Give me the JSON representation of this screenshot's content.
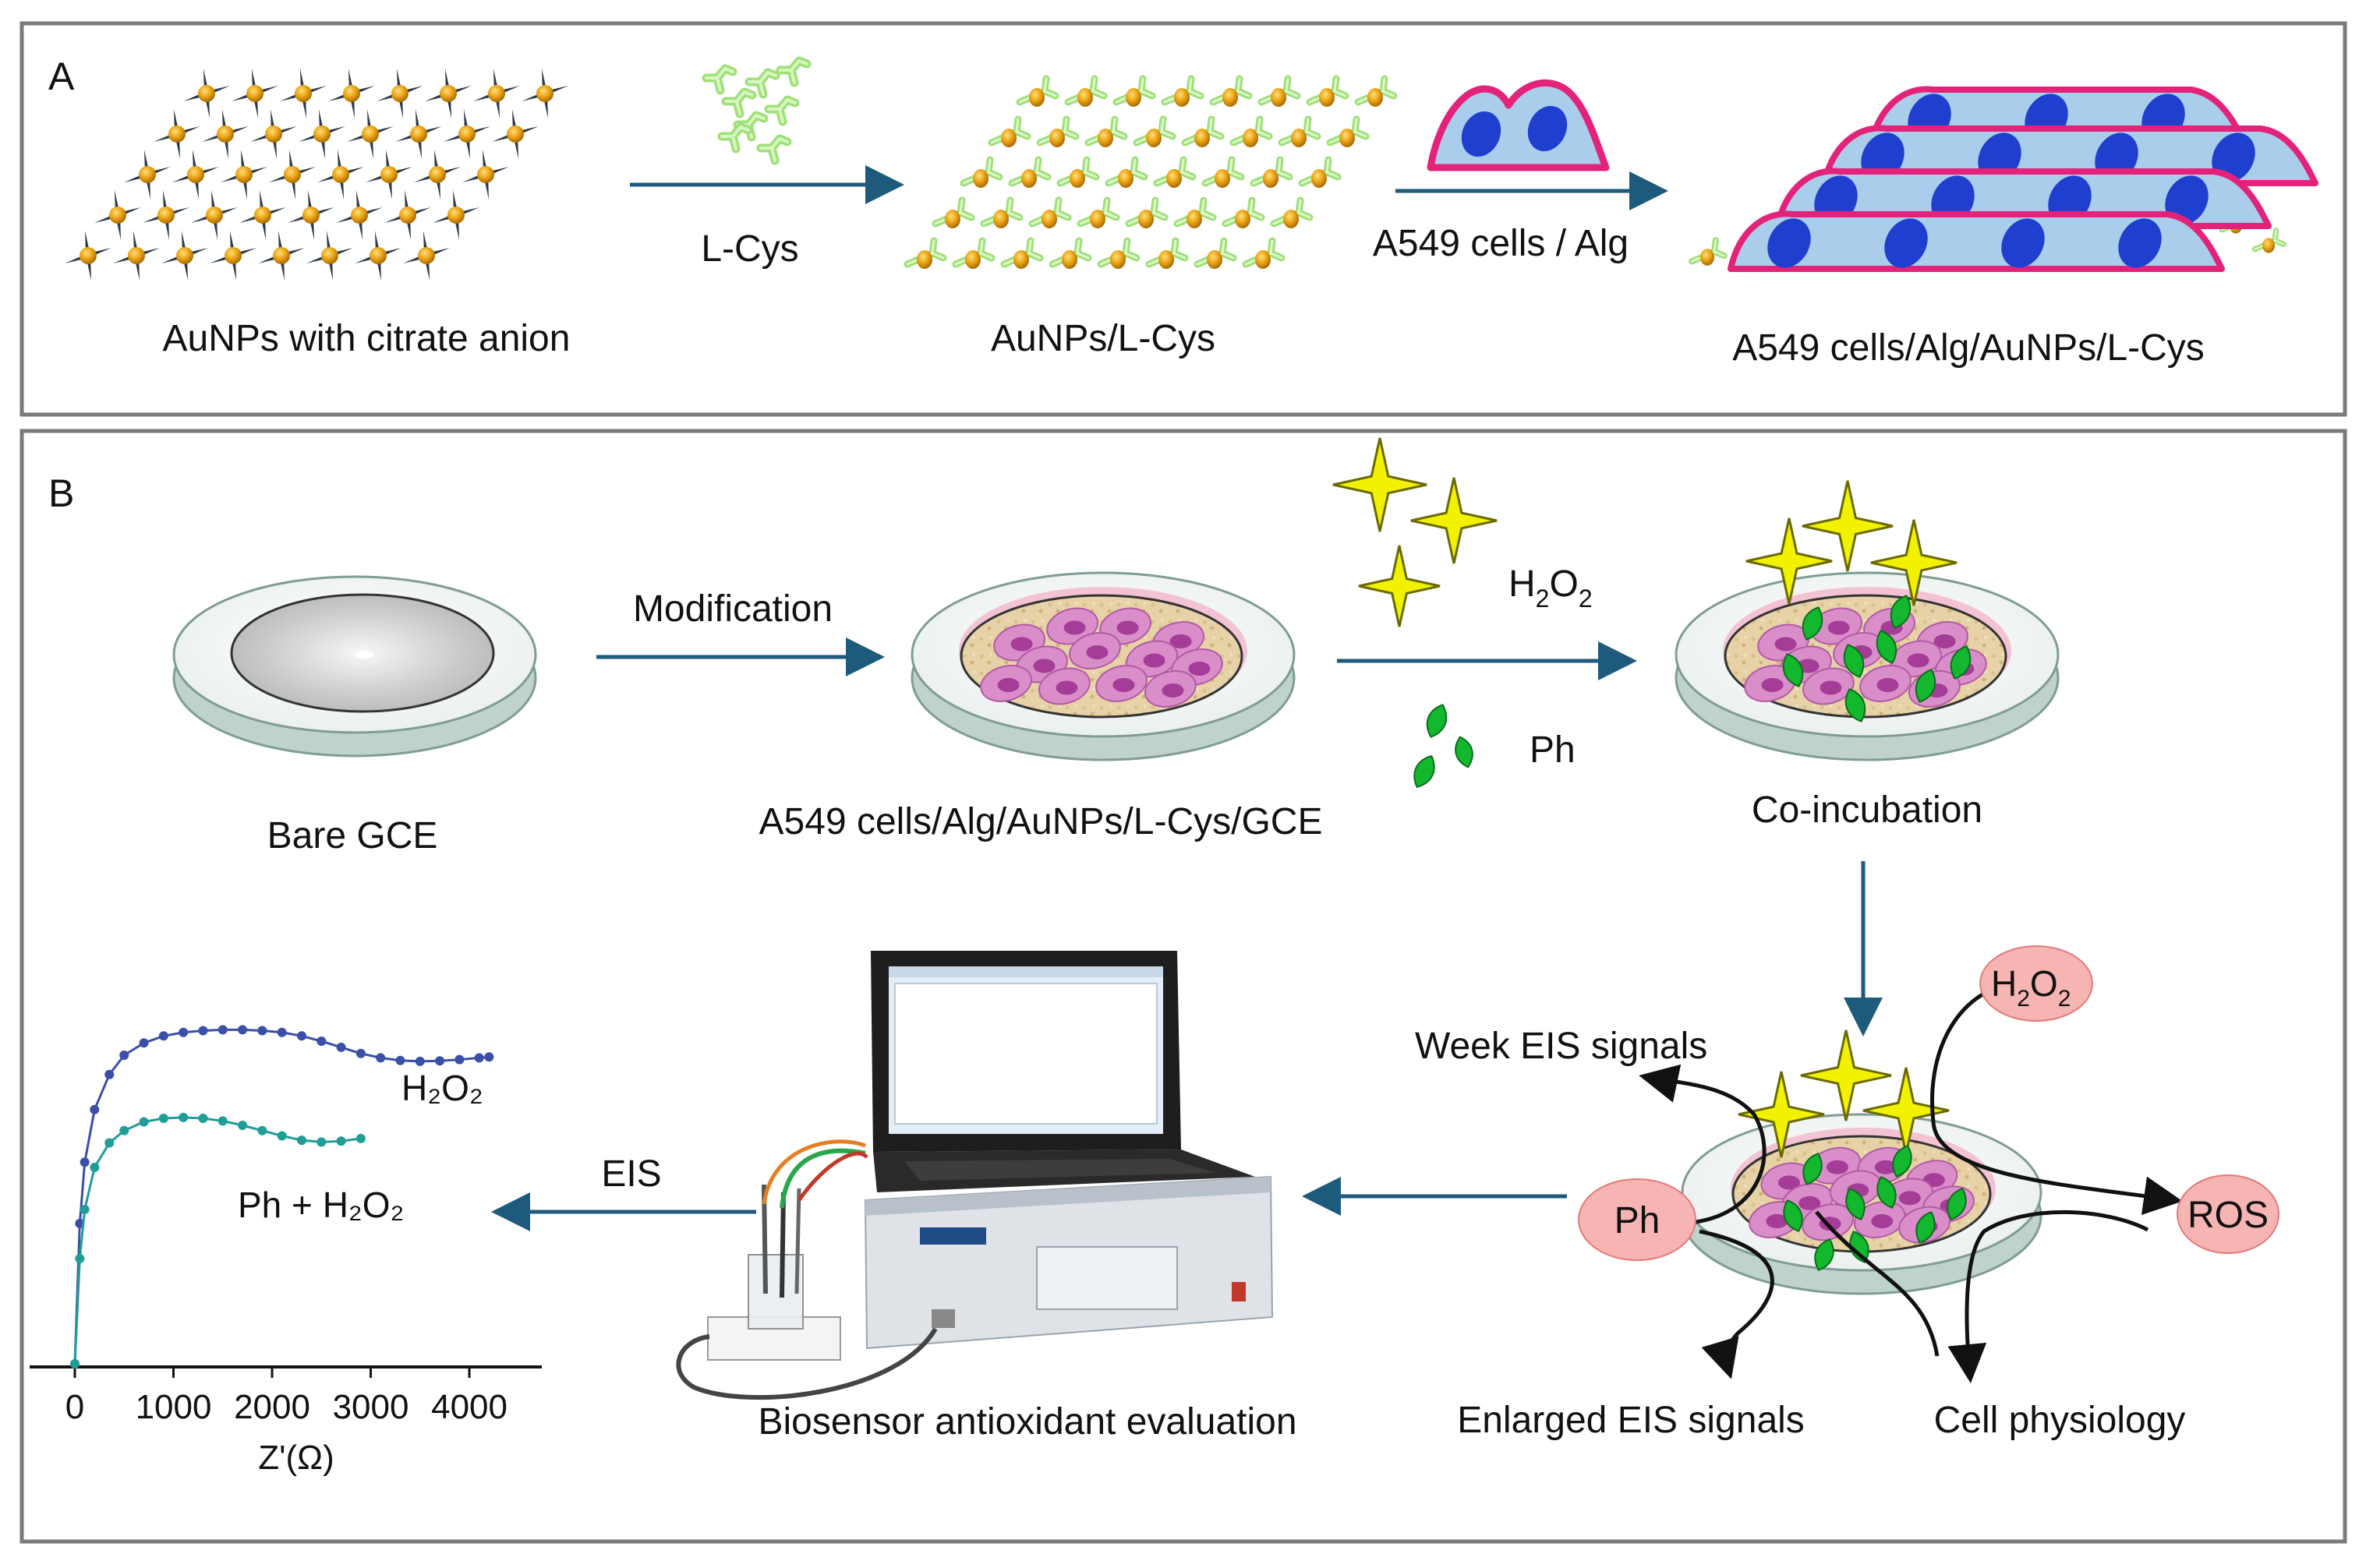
{
  "panel_a": {
    "letter": "A",
    "step1_label": "AuNPs with citrate anion",
    "reagent1": "L-Cys",
    "step2_label": "AuNPs/L-Cys",
    "reagent2": "A549 cells / Alg",
    "step3_label": "A549 cells/Alg/AuNPs/L-Cys"
  },
  "panel_b": {
    "letter": "B",
    "bare_label": "Bare GCE",
    "modification": "Modification",
    "modified_label": "A549 cells/Alg/AuNPs/L-Cys/GCE",
    "h2o2": {
      "main": "H",
      "sub1": "2",
      "mid": "O",
      "sub2": "2"
    },
    "ph": "Ph",
    "coincubation": "Co-incubation",
    "week_eis": "Week EIS signals",
    "enlarged_eis": "Enlarged EIS signals",
    "cell_physiology": "Cell physiology",
    "ros": "ROS",
    "ph_bubble": "Ph",
    "eis": "EIS",
    "biosensor_label": "Biosensor antioxidant evaluation"
  },
  "chart_data": {
    "type": "line",
    "xlabel": "Z'(Ω)",
    "ylabel": "",
    "xlim": [
      0,
      4300
    ],
    "x_ticks": [
      "0",
      "1000",
      "2000",
      "3000",
      "4000"
    ],
    "series": [
      {
        "name": "H₂O₂",
        "color": "#3a4fa8",
        "x": [
          0,
          50,
          100,
          200,
          350,
          500,
          700,
          900,
          1100,
          1300,
          1500,
          1700,
          1900,
          2100,
          2300,
          2500,
          2700,
          2900,
          3100,
          3300,
          3500,
          3700,
          3900,
          4100,
          4200
        ],
        "y": [
          0,
          800,
          1150,
          1450,
          1650,
          1760,
          1830,
          1870,
          1890,
          1900,
          1905,
          1905,
          1900,
          1890,
          1870,
          1840,
          1805,
          1770,
          1745,
          1730,
          1725,
          1728,
          1735,
          1745,
          1750
        ]
      },
      {
        "name": "Ph + H₂O₂",
        "color": "#1f9e98",
        "x": [
          0,
          50,
          100,
          200,
          350,
          500,
          700,
          900,
          1100,
          1300,
          1500,
          1700,
          1900,
          2100,
          2300,
          2500,
          2700,
          2900
        ],
        "y": [
          0,
          600,
          880,
          1120,
          1260,
          1330,
          1380,
          1400,
          1405,
          1400,
          1385,
          1360,
          1330,
          1300,
          1275,
          1265,
          1270,
          1285
        ]
      }
    ]
  },
  "colors": {
    "border": "#7a7a7a",
    "arrow": "#1d5a7c",
    "gold": "#e8a10f",
    "spike": "#2c3b48",
    "green_ligand": "#9fe07a",
    "cell_fill": "#a9cdea",
    "cell_edge": "#e3237a",
    "nucleus": "#1f3fcf",
    "dish_rim": "#f4f7f6",
    "star": "#f2f200",
    "ph_leaf": "#13b82f",
    "bubble": "#f6b5b3"
  }
}
